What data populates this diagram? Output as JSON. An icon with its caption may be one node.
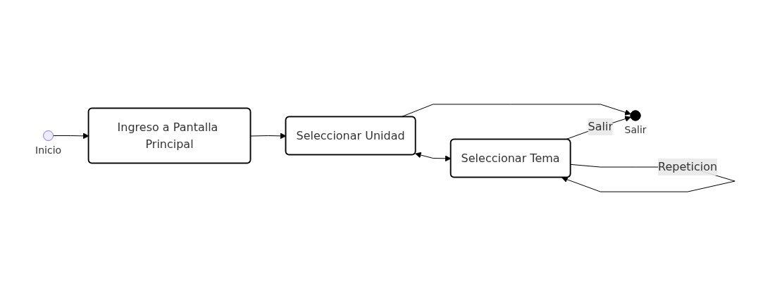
{
  "diagram": {
    "nodes": [
      {
        "text": [],
        "shape": "circle",
        "beside": [
          "Inicio"
        ]
      },
      {
        "text": [
          "Ingreso a Pantalla Principal"
        ]
      },
      {
        "text": [
          "Seleccionar Unidad"
        ]
      },
      {
        "text": [
          "Seleccionar Tema"
        ]
      },
      {
        "text": [],
        "shape": "circle",
        "beside": [
          "Salir"
        ]
      }
    ],
    "edges": [
      {
        "from": 0,
        "to": 1,
        "arrow": "to"
      },
      {
        "from": 1,
        "to": 2,
        "arrow": "to"
      },
      {
        "from": 2,
        "to": 3,
        "arrow": "both"
      },
      {
        "from": 2,
        "to": 4,
        "arrow": "to"
      },
      {
        "from": 3,
        "to": 4,
        "arrow": "to",
        "label": "Salir"
      },
      {
        "from": 3,
        "to": 3,
        "arrow": "to",
        "label": "Repeticion"
      }
    ]
  }
}
